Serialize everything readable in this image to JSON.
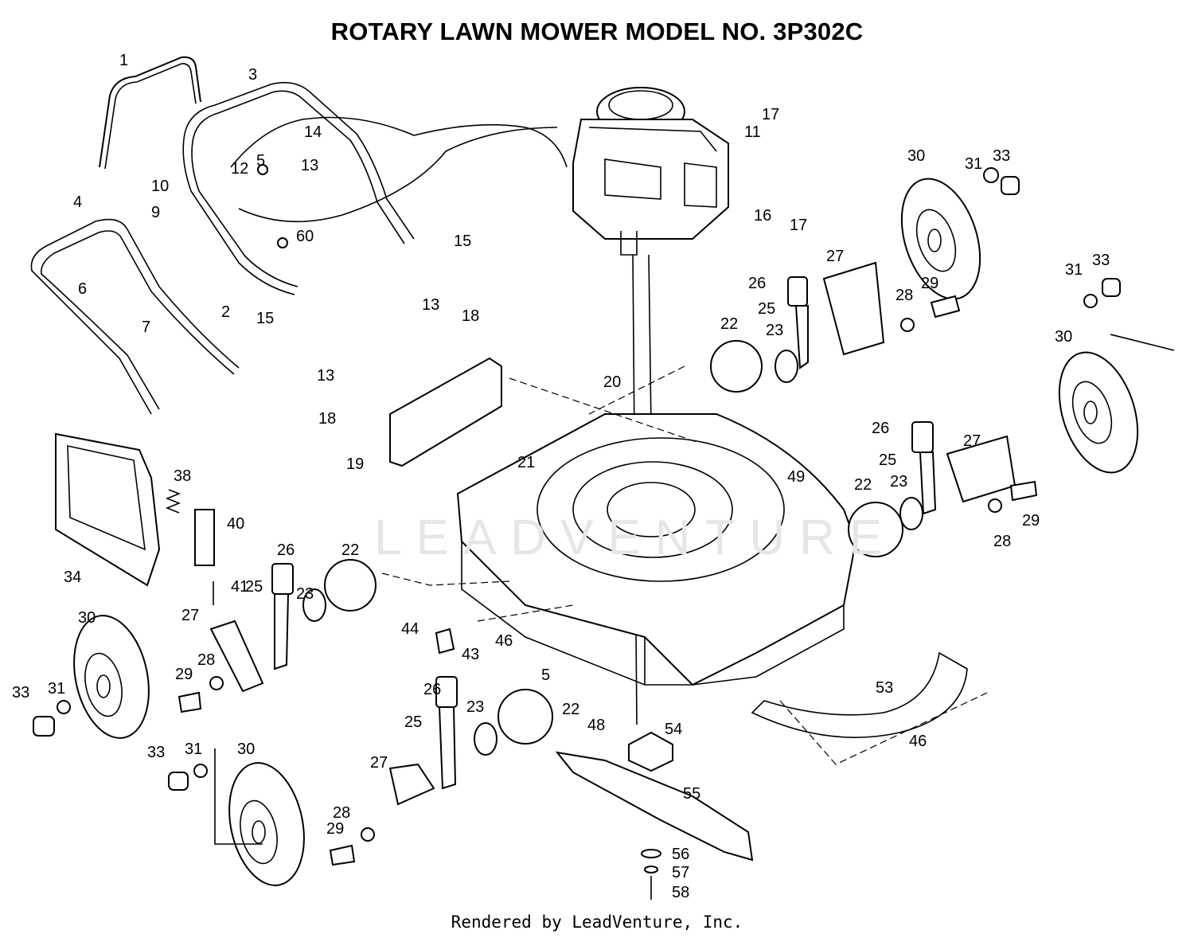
{
  "title": "ROTARY LAWN MOWER MODEL NO.  3P302C",
  "footer": "Rendered by LeadVenture, Inc.",
  "watermark": "LEADVENTURE",
  "labels": [
    "1",
    "3",
    "14",
    "17",
    "11",
    "5",
    "12",
    "13",
    "10",
    "9",
    "4",
    "60",
    "15",
    "15",
    "6",
    "7",
    "2",
    "16",
    "17",
    "30",
    "31",
    "33",
    "31",
    "33",
    "27",
    "26",
    "29",
    "28",
    "25",
    "22",
    "23",
    "13",
    "18",
    "13",
    "18",
    "30",
    "20",
    "19",
    "21",
    "49",
    "26",
    "27",
    "25",
    "22",
    "23",
    "29",
    "28",
    "38",
    "40",
    "26",
    "22",
    "34",
    "41",
    "25",
    "23",
    "27",
    "30",
    "33",
    "31",
    "29",
    "28",
    "44",
    "43",
    "46",
    "5",
    "26",
    "23",
    "22",
    "25",
    "48",
    "54",
    "53",
    "46",
    "33",
    "31",
    "30",
    "27",
    "28",
    "29",
    "55",
    "56",
    "57",
    "58"
  ]
}
